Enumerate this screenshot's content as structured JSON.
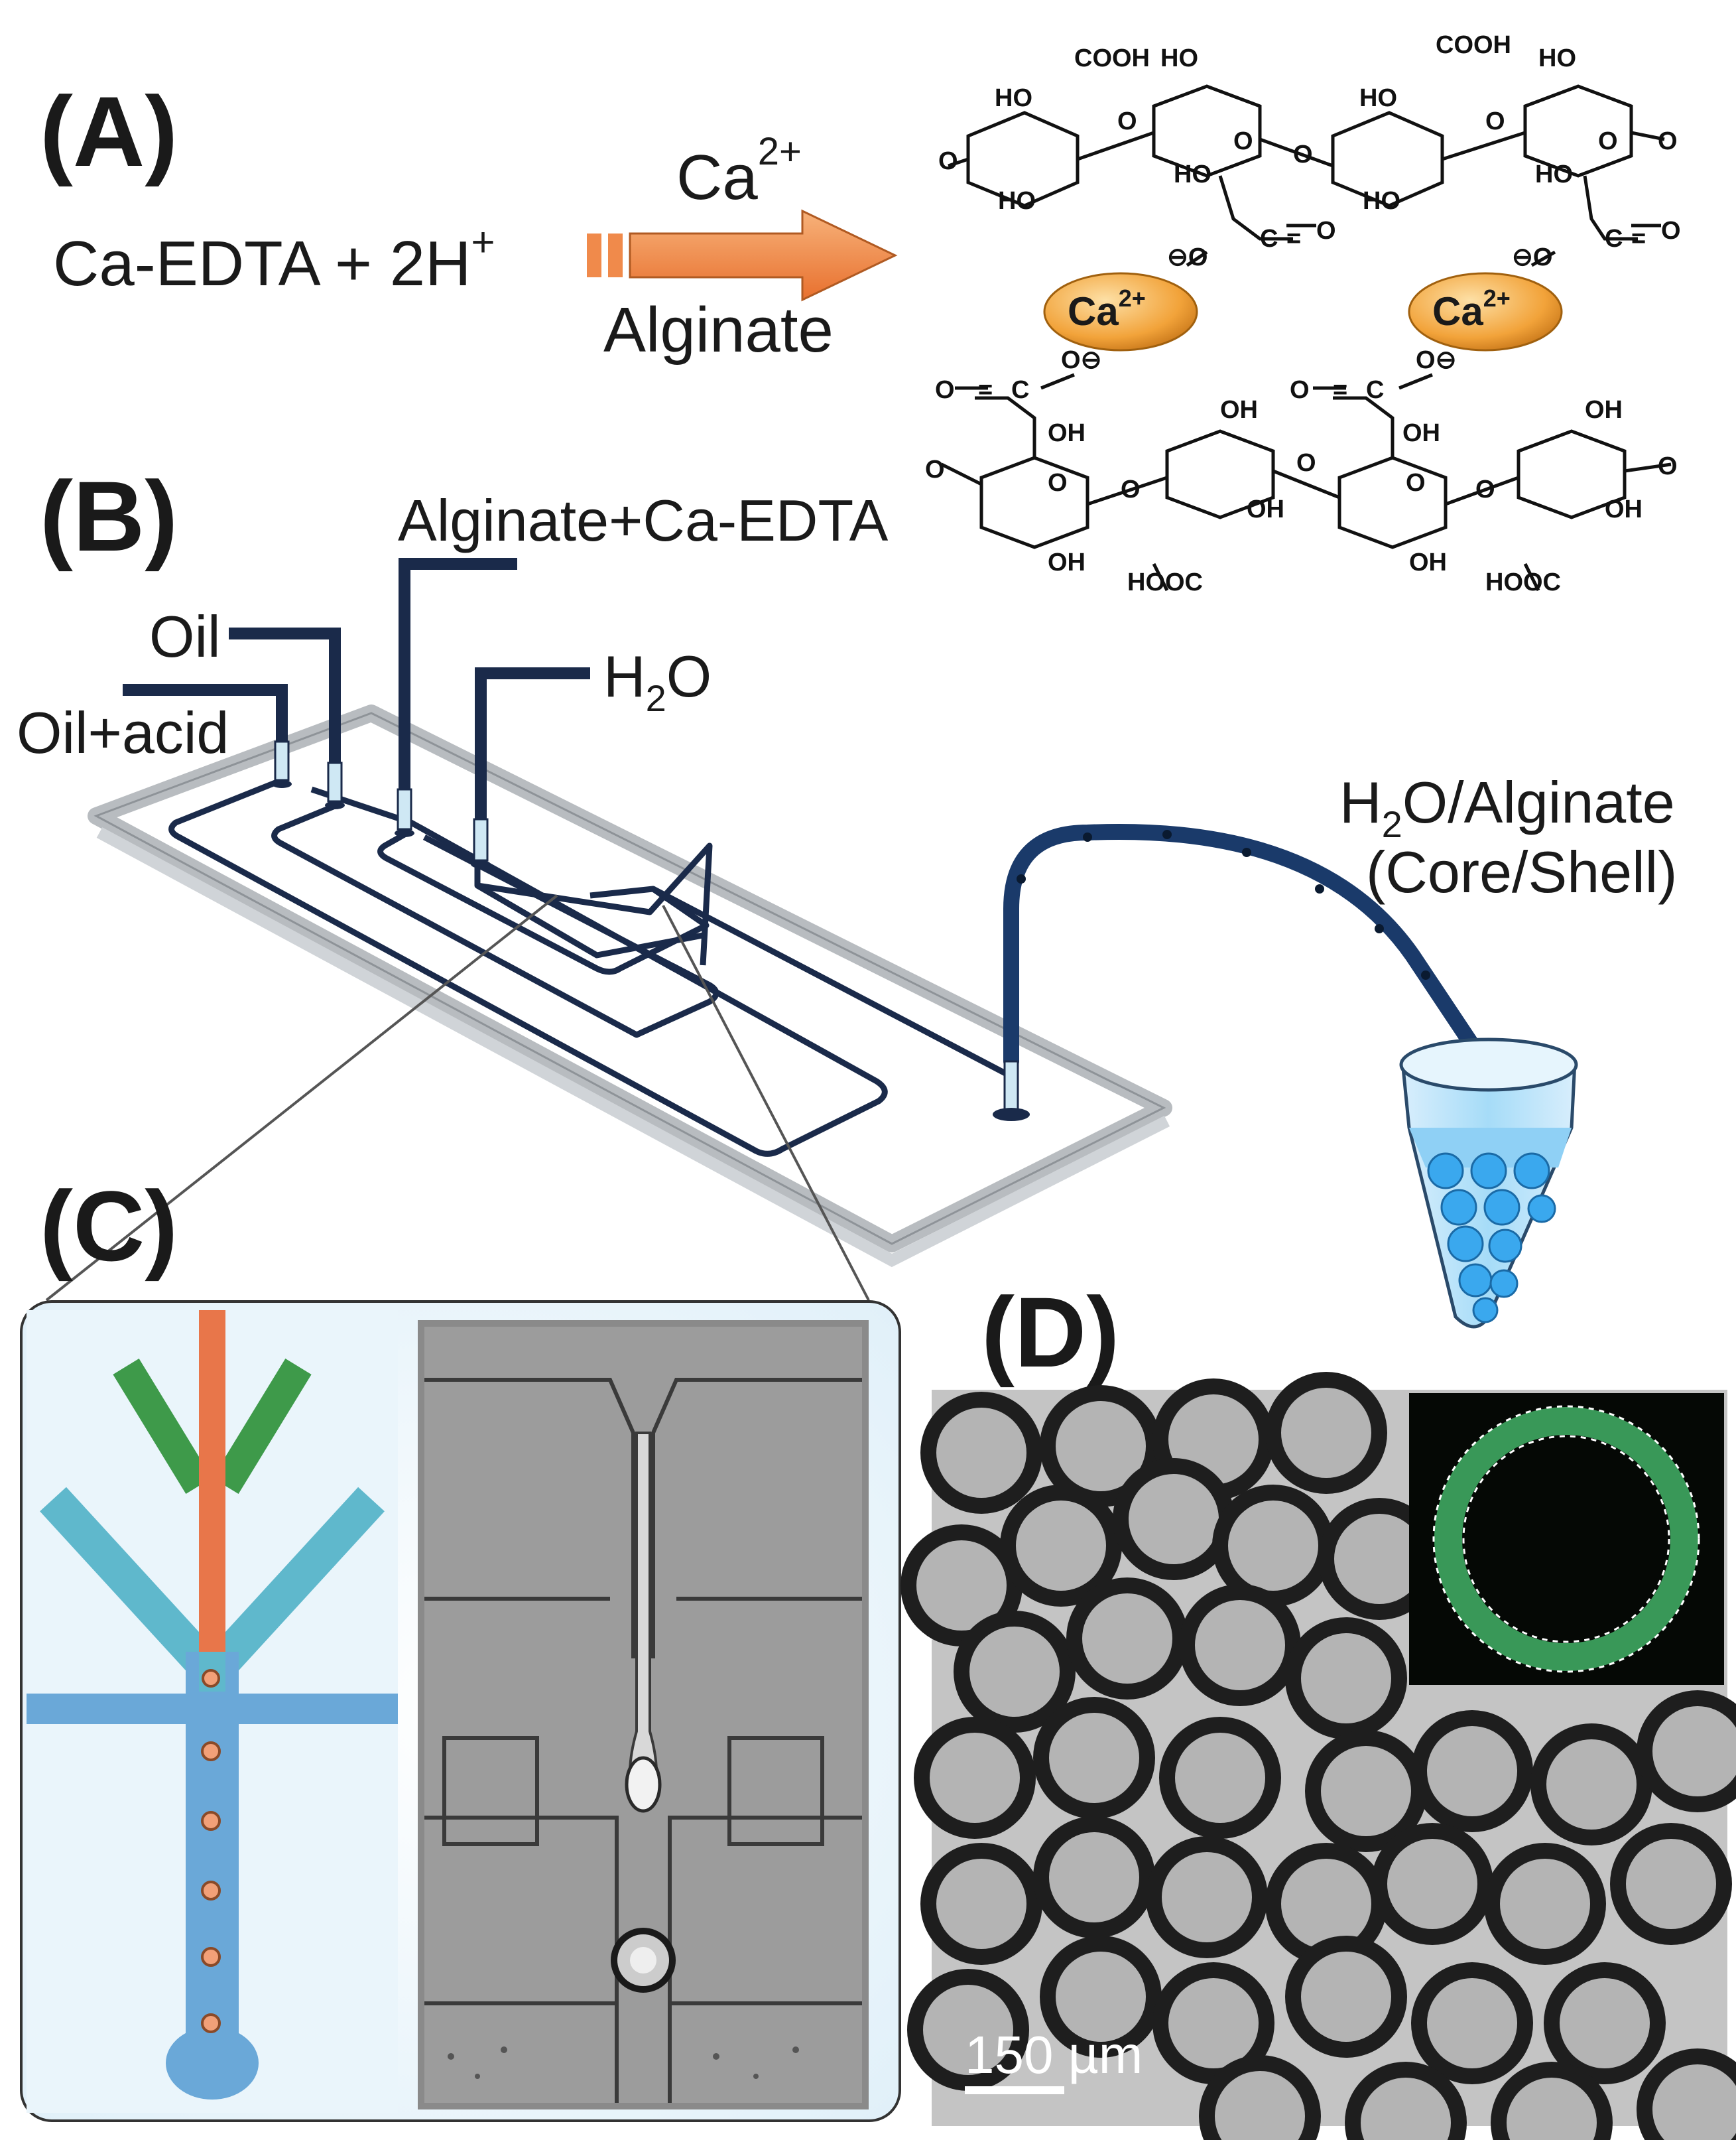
{
  "panels": {
    "a": "(A)",
    "b": "(B)",
    "c": "(C)",
    "d": "(D)"
  },
  "reaction": {
    "reactant_main": "Ca-EDTA + 2H",
    "reactant_sup": "+",
    "arrow_top_main": "Ca",
    "arrow_top_sup": "2+",
    "arrow_bottom": "Alginate"
  },
  "ion_label": {
    "main": "Ca",
    "sup": "2+"
  },
  "chem_groups": {
    "cooh": "COOH",
    "hooc": "HOOC",
    "ho": "HO",
    "oh": "OH",
    "o": "O",
    "c": "C",
    "eq": "=",
    "neg": "⊖"
  },
  "inlets": {
    "alginate": "Alginate+Ca-EDTA",
    "oil": "Oil",
    "oil_acid": "Oil+acid",
    "water_main": "H",
    "water_sub": "2",
    "water_end": "O"
  },
  "outlet": {
    "line1_main": "H",
    "line1_sub": "2",
    "line1_end": "O/Alginate",
    "line2": "(Core/Shell)"
  },
  "scale_bar": "150 µm",
  "colors": {
    "channel": "#1a2a4a",
    "chip_edge": "#b8bcc0",
    "arrow": "#f08a4b",
    "ion_fill": "#f2a33a",
    "cont_phase": "#6aa8d8",
    "shell_phase": "#5fb8cc",
    "core_phase": "#e8764a",
    "oil_phase": "#3e9a4a",
    "tube_liquid": "#8fd0f5",
    "droplet": "#3aa8ee"
  }
}
